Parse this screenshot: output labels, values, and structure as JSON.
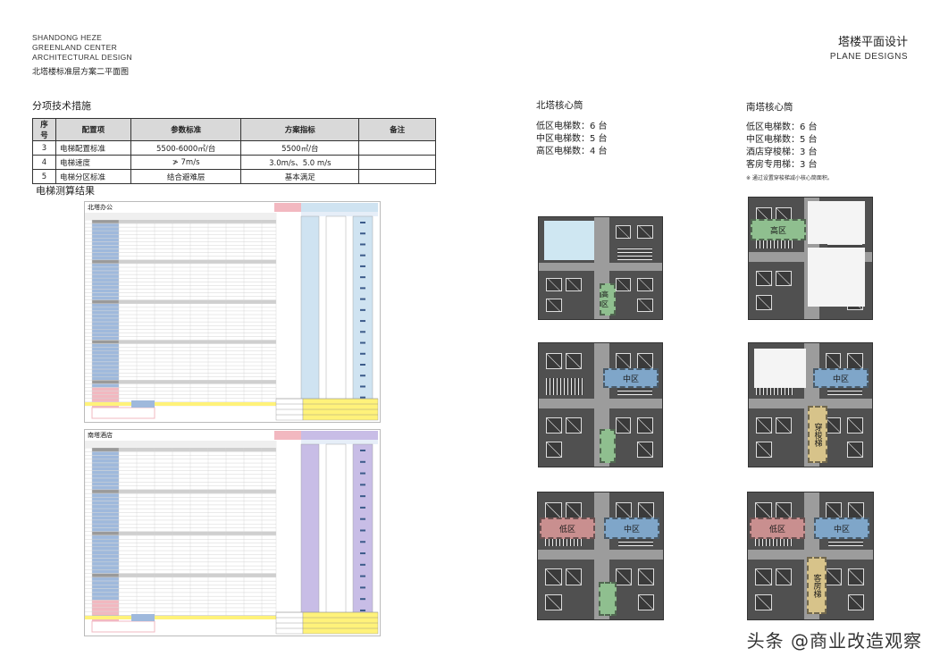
{
  "header": {
    "brand_line1": "SHANDONG HEZE",
    "brand_line2": "GREENLAND CENTER",
    "brand_line3": "ARCHITECTURAL DESIGN",
    "page_subtitle": "北塔楼标准层方案二平面图",
    "title_cn": "塔楼平面设计",
    "title_en": "PLANE DESIGNS"
  },
  "spec_section": {
    "title": "分项技术措施",
    "columns": [
      "序号",
      "配置项",
      "参数标准",
      "方案指标",
      "备注"
    ],
    "rows": [
      {
        "no": "3",
        "item": "电梯配置标准",
        "standard": "5500-6000㎡/台",
        "scheme": "5500㎡/台",
        "note": ""
      },
      {
        "no": "4",
        "item": "电梯速度",
        "standard": "≯ 7m/s",
        "scheme": "3.0m/s、5.0 m/s",
        "note": ""
      },
      {
        "no": "5",
        "item": "电梯分区标准",
        "standard": "结合避难层",
        "scheme": "基本满足",
        "note": ""
      }
    ]
  },
  "calc_section": {
    "title": "电梯测算结果",
    "north_sheet_label": "北塔办公",
    "south_sheet_label": "南塔酒店"
  },
  "north_core": {
    "title": "北塔核心筒",
    "lines": [
      "低区电梯数：6 台",
      "中区电梯数：5 台",
      "高区电梯数：4 台"
    ],
    "plan_labels": {
      "high": "高区",
      "mid": "中区",
      "low": "低区"
    }
  },
  "south_core": {
    "title": "南塔核心筒",
    "lines": [
      "低区电梯数：6 台",
      "中区电梯数：5 台",
      "酒店穿梭梯：3 台",
      "客房专用梯：3 台"
    ],
    "note": "※ 通过设置穿梭梯减小核心筒面积。",
    "plan_labels": {
      "high": "高区",
      "mid": "中区",
      "low": "低区",
      "shuttle": "穿梭梯",
      "guest": "客房梯"
    }
  },
  "watermark": "头条 @商业改造观察",
  "colors": {
    "plan_bg": "#505050",
    "zone_green": "#8fbf8f",
    "zone_blue": "#7fa6c9",
    "zone_red": "#c98f8f",
    "zone_yellow": "#d7c38a",
    "sheet_blue": "#9fb9dc",
    "sheet_pink": "#f2b8c0",
    "sheet_yellow": "#fff27a",
    "sheet_purple": "#c8bde6"
  }
}
